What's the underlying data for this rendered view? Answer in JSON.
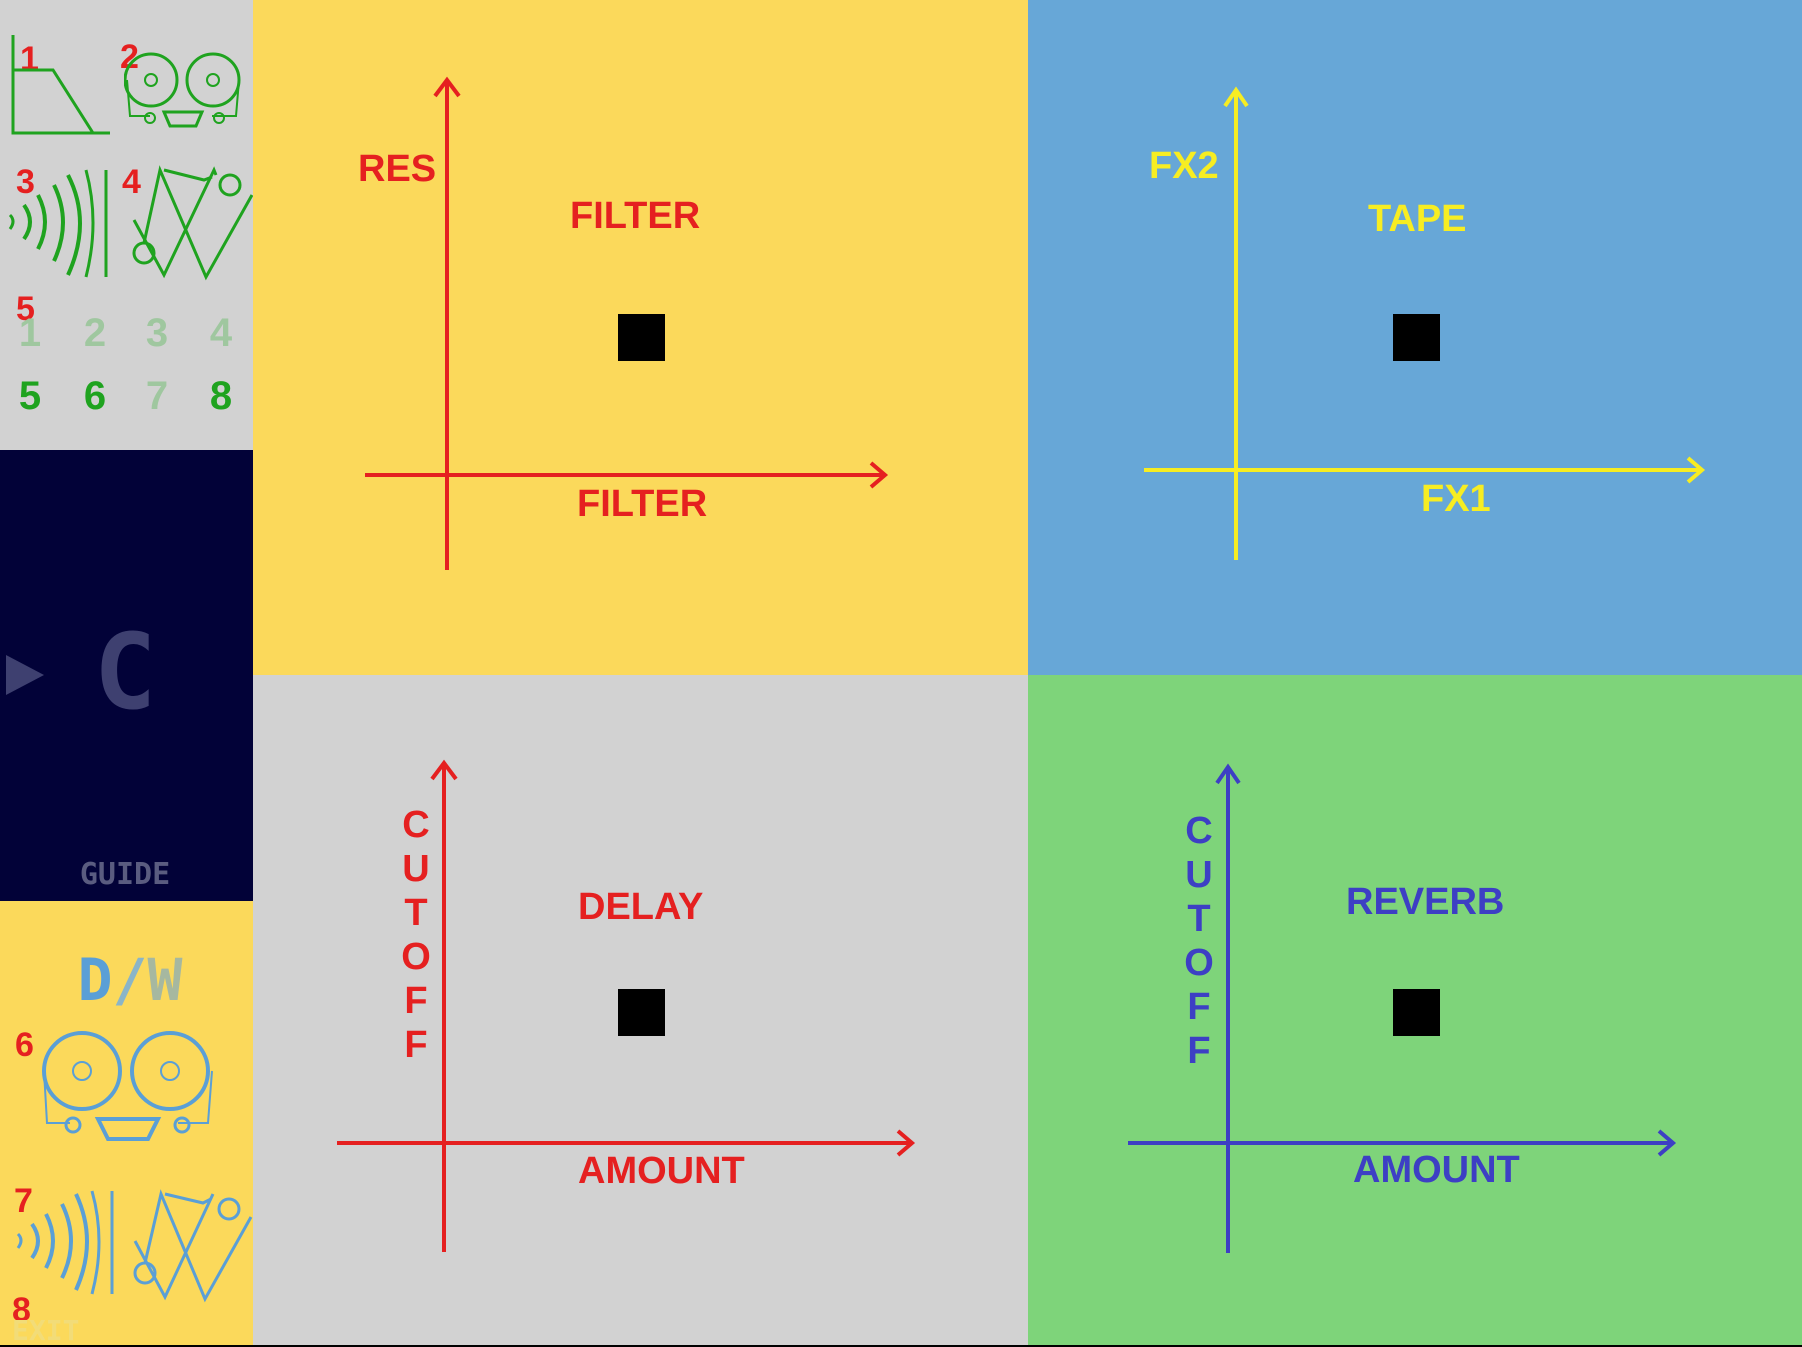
{
  "sidebar": {
    "top_numbers": [
      "1",
      "2",
      "3",
      "4",
      "5"
    ],
    "bank_row1": [
      "1",
      "2",
      "3",
      "4"
    ],
    "bank_row2": [
      "5",
      "6",
      "7",
      "8"
    ],
    "bank_row1_state": [
      "off",
      "off",
      "off",
      "off"
    ],
    "bank_row2_state": [
      "on",
      "on",
      "off",
      "on"
    ],
    "guide": {
      "letter": "C",
      "label": "GUIDE"
    },
    "dw": {
      "d": "D",
      "slash": "/",
      "w": "W"
    },
    "bottom_numbers": [
      "6",
      "7",
      "8"
    ],
    "exit_label": "EXIT",
    "icon_green": "#1fa31f",
    "icon_blue": "#5a9fd6"
  },
  "pads": {
    "filter": {
      "title": "FILTER",
      "x_label": "FILTER",
      "y_label": "RES",
      "bg": "#fbd95b",
      "fg": "#e52020"
    },
    "tape": {
      "title": "TAPE",
      "x_label": "FX1",
      "y_label": "FX2",
      "bg": "#67a7d7",
      "fg": "#f7ed22"
    },
    "delay": {
      "title": "DELAY",
      "x_label": "AMOUNT",
      "y_letters": [
        "C",
        "U",
        "T",
        "O",
        "F",
        "F"
      ],
      "bg": "#d2d2d2",
      "fg": "#e52020"
    },
    "reverb": {
      "title": "REVERB",
      "x_label": "AMOUNT",
      "y_letters": [
        "C",
        "U",
        "T",
        "O",
        "F",
        "F"
      ],
      "bg": "#7ed47a",
      "fg": "#3d3fc4"
    }
  }
}
